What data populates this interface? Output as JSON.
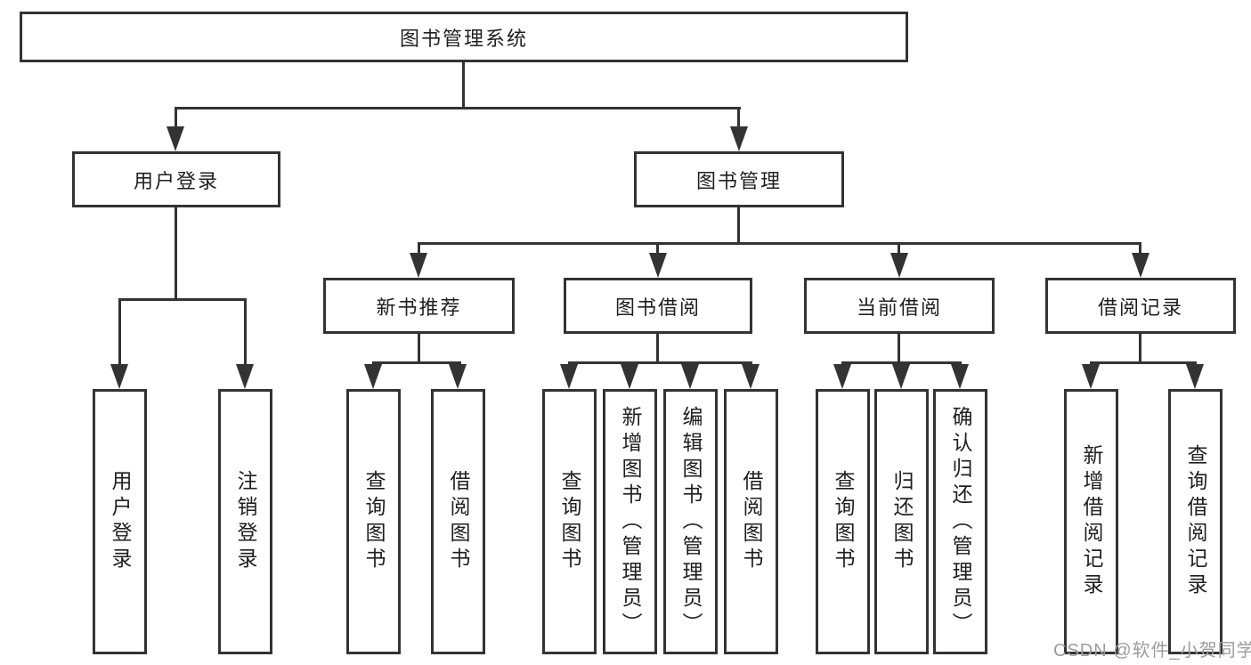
{
  "tree": {
    "label": "图书管理系统",
    "children": [
      {
        "label": "用户登录",
        "children": [
          {
            "label": "用户登录"
          },
          {
            "label": "注销登录"
          }
        ]
      },
      {
        "label": "图书管理",
        "children": [
          {
            "label": "新书推荐",
            "children": [
              {
                "label": "查询图书"
              },
              {
                "label": "借阅图书"
              }
            ]
          },
          {
            "label": "图书借阅",
            "children": [
              {
                "label": "查询图书"
              },
              {
                "label": "新增图书（管理员）"
              },
              {
                "label": "编辑图书（管理员）"
              },
              {
                "label": "借阅图书"
              }
            ]
          },
          {
            "label": "当前借阅",
            "children": [
              {
                "label": "查询图书"
              },
              {
                "label": "归还图书"
              },
              {
                "label": "确认归还（管理员）"
              }
            ]
          },
          {
            "label": "借阅记录",
            "children": [
              {
                "label": "新增借阅记录"
              },
              {
                "label": "查询借阅记录"
              }
            ]
          }
        ]
      }
    ]
  },
  "watermark": {
    "text": "CSDN @软件_小贺同学"
  },
  "colors": {
    "line": "#333333",
    "text": "#1f1f1f",
    "watermark": "#9c9c9c",
    "background": "#ffffff"
  }
}
